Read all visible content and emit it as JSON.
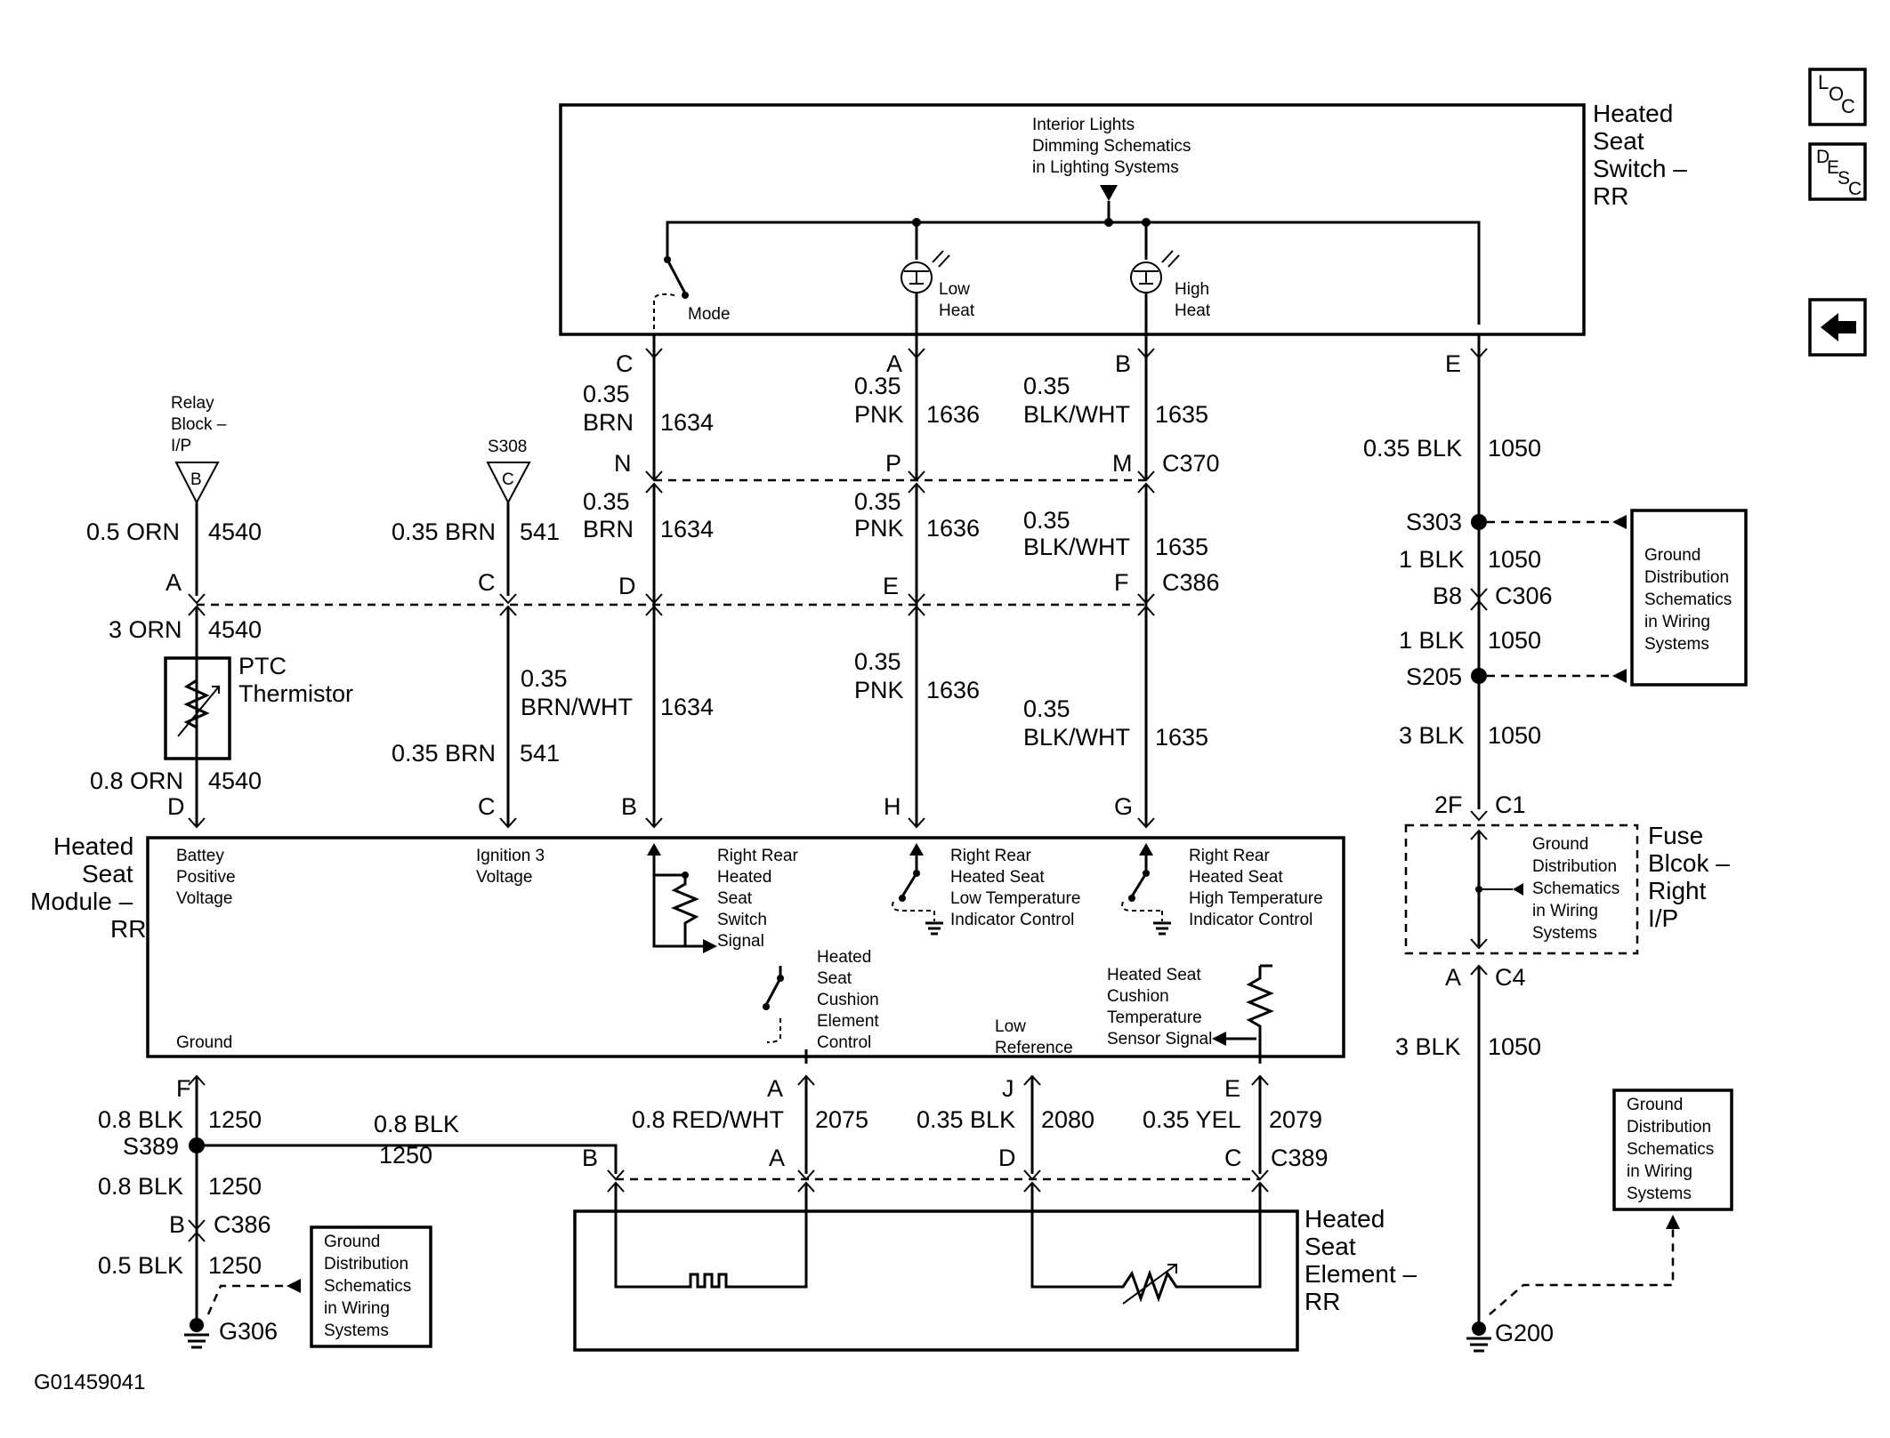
{
  "side_buttons": {
    "loc": [
      "L",
      "O",
      "C"
    ],
    "desc": [
      "D",
      "E",
      "S",
      "C"
    ]
  },
  "switch": {
    "title": [
      "Heated",
      "Seat",
      "Switch –",
      "RR"
    ],
    "note": [
      "Interior Lights",
      "Dimming Schematics",
      "in Lighting Systems"
    ],
    "mode": "Mode",
    "low": [
      "Low",
      "Heat"
    ],
    "high": [
      "High",
      "Heat"
    ]
  },
  "wires_top": {
    "c_pin": "C",
    "a_pin": "A",
    "b_pin": "B",
    "e_pin": "E",
    "w1634_gauge": "0.35",
    "w1634_color": "BRN",
    "w1634_circ": "1634",
    "w1636_gauge": "0.35",
    "w1636_color": "PNK",
    "w1636_circ": "1636",
    "w1635_gauge": "0.35",
    "w1635_color": "BLK/WHT",
    "w1635_circ": "1635",
    "w1050": "0.35 BLK",
    "w1050_circ": "1050",
    "n_pin": "N",
    "p_pin": "P",
    "m_pin": "M",
    "c370": "C370"
  },
  "wires_mid": {
    "relay_block": [
      "Relay",
      "Block –",
      "I/P"
    ],
    "relay_pin": "B",
    "s308": "S308",
    "s308_pin": "C",
    "orn": "0.5 ORN",
    "orn_circ": "4540",
    "brn541": "0.35 BRN",
    "brn541_circ": "541",
    "brn1634_gauge": "0.35",
    "brn1634_color": "BRN",
    "brn1634_circ": "1634",
    "pnk1636_gauge": "0.35",
    "pnk1636_color": "PNK",
    "pnk1636_circ": "1636",
    "bw1635_gauge": "0.35",
    "bw1635_color": "BLK/WHT",
    "bw1635_circ": "1635",
    "pin_a": "A",
    "pin_c": "C",
    "pin_d": "D",
    "pin_e": "E",
    "pin_f": "F",
    "c386": "C386",
    "orn3": "3 ORN",
    "orn3_circ": "4540",
    "ptc": [
      "PTC",
      "Thermistor"
    ],
    "brnwht_gauge": "0.35",
    "brnwht_color": "BRN/WHT",
    "brnwht_circ": "1634",
    "pnk2_gauge": "0.35",
    "pnk2_color": "PNK",
    "pnk2_circ": "1636",
    "bw2_gauge": "0.35",
    "bw2_color": "BLK/WHT",
    "bw2_circ": "1635",
    "brn541b": "0.35 BRN",
    "brn541b_circ": "541",
    "orn08": "0.8 ORN",
    "orn08_circ": "4540",
    "pin_d2": "D",
    "pin_c2": "C",
    "pin_b2": "B",
    "pin_h": "H",
    "pin_g": "G"
  },
  "right_col": {
    "s303": "S303",
    "blk1": "1 BLK",
    "blk1_circ": "1050",
    "b8": "B8",
    "c306": "C306",
    "blk1b": "1 BLK",
    "blk1b_circ": "1050",
    "s205": "S205",
    "blk3": "3 BLK",
    "blk3_circ": "1050",
    "pin_2f": "2F",
    "c1": "C1",
    "fuse_block": [
      "Fuse",
      "Blcok –",
      "Right",
      "I/P"
    ],
    "pin_a": "A",
    "c4": "C4",
    "blk3b": "3 BLK",
    "blk3b_circ": "1050",
    "g200": "G200",
    "gd_box1": [
      "Ground",
      "Distribution",
      "Schematics",
      "in Wiring",
      "Systems"
    ],
    "gd_box2": [
      "Ground",
      "Distribution",
      "Schematics",
      "in Wiring",
      "Systems"
    ],
    "gd_box3": [
      "Ground",
      "Distribution",
      "Schematics",
      "in Wiring",
      "Systems"
    ]
  },
  "module": {
    "title": [
      "Heated",
      "Seat",
      "Module –",
      "RR"
    ],
    "batt": [
      "Battey",
      "Positive",
      "Voltage"
    ],
    "ign": [
      "Ignition 3",
      "Voltage"
    ],
    "sw_signal": [
      "Right Rear",
      "Heated",
      "Seat",
      "Switch",
      "Signal"
    ],
    "low_ctrl": [
      "Right Rear",
      "Heated Seat",
      "Low Temperature",
      "Indicator Control"
    ],
    "high_ctrl": [
      "Right Rear",
      "Heated Seat",
      "High Temperature",
      "Indicator Control"
    ],
    "cushion_ctrl": [
      "Heated",
      "Seat",
      "Cushion",
      "Element",
      "Control"
    ],
    "sensor": [
      "Heated Seat",
      "Cushion",
      "Temperature",
      "Sensor Signal"
    ],
    "low_ref": [
      "Low",
      "Reference"
    ],
    "ground": "Ground"
  },
  "bottom": {
    "pin_f": "F",
    "blk08": "0.8 BLK",
    "blk08_circ": "1250",
    "s389": "S389",
    "blk08_h": "0.8 BLK",
    "blk08_h_circ": "1250",
    "blk08b": "0.8 BLK",
    "blk08b_circ": "1250",
    "pin_b": "B",
    "c386": "C386",
    "blk05": "0.5 BLK",
    "blk05_circ": "1250",
    "g306": "G306",
    "gd_box": [
      "Ground",
      "Distribution",
      "Schematics",
      "in Wiring",
      "Systems"
    ],
    "pin_a": "A",
    "redwht": "0.8 RED/WHT",
    "redwht_circ": "2075",
    "pin_j": "J",
    "blk035": "0.35 BLK",
    "blk035_circ": "2080",
    "pin_e": "E",
    "yel": "0.35 YEL",
    "yel_circ": "2079",
    "pin_b2": "B",
    "pin_a2": "A",
    "pin_d2": "D",
    "pin_c2": "C",
    "c389": "C389",
    "element_title": [
      "Heated",
      "Seat",
      "Element –",
      "RR"
    ],
    "figure_id": "G01459041"
  }
}
